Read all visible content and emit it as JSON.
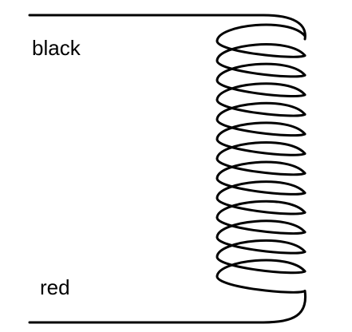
{
  "labels": {
    "top_wire": "black",
    "bottom_wire": "red"
  },
  "coil": {
    "turns": 13
  },
  "colors": {
    "ink": "#000000",
    "background": "#ffffff"
  }
}
